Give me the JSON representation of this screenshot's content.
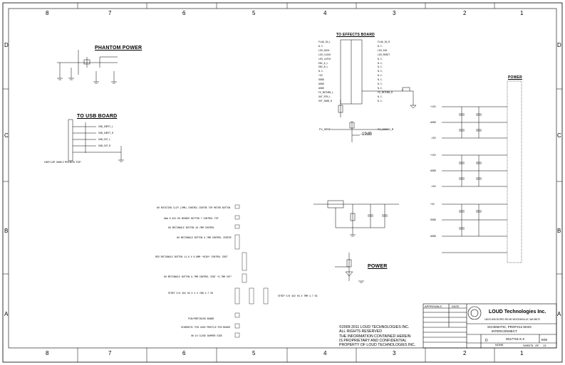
{
  "frame": {
    "columns": [
      "8",
      "7",
      "6",
      "5",
      "4",
      "3",
      "2",
      "1"
    ],
    "rows": [
      "D",
      "C",
      "B",
      "A"
    ]
  },
  "sections": {
    "phantom_power": "PHANTOM POWER",
    "usb_board": "TO USB BOARD",
    "effects_board": "TO EFFECTS BOARD",
    "power_right": "POWER",
    "power_left": "POWER"
  },
  "effects_pins_left": [
    "FLAG_IN_L",
    "N.C.",
    "LED_DATA",
    "LED_CLOCK",
    "LED_LATCH",
    "ENC_A_L",
    "ENC_B_L",
    "N.C.",
    "+5V",
    "DGND",
    "AGND",
    "AGND",
    "FX_RETURN_L",
    "OUT_RTN_L",
    "OUT_SEND_R"
  ],
  "effects_pins_right": [
    "FLAG_IN_R",
    "N.C.",
    "LED_SCK",
    "LED_RESET",
    "N.C.",
    "N.C.",
    "N.C.",
    "N.C.",
    "N.C.",
    "N.C.",
    "N.C.",
    "N.C.",
    "FX_RETURN_R",
    "N.C.",
    "N.C."
  ],
  "usb_pins": [
    "USB_INPUT_L",
    "USB_INPUT_R",
    "USB_OUT_L",
    "USB_OUT_R"
  ],
  "usb_connector": "HDR 10P, 2MM 2 PIN BOX TOP",
  "fx_labels": {
    "send": "FX_SEND",
    "mono": "FX_MONO_R",
    "gain": "-19dB"
  },
  "power_rails": [
    "+15V",
    "AGND",
    "-15V",
    "+15V",
    "AGND",
    "-15V",
    "+5V",
    "DGND",
    "AGND"
  ],
  "component_notes": [
    "6H ROTATION CLIP (7MM) CONTROL CENTRE TOP MOTOR BUTTON",
    "6mm 6.4X1.5H BOUNCE BUTTON 7 CONTROL TOP",
    "6H RECTANGLE BUTTON 10.7MM CONTROL",
    "6H RECTANGLE BUTTON 9.7MM CONTROL CENTER",
    "RED RECTANGLE BUTTON 11.6 X 6.6MM *HIGH* CONTROL CENT",
    "6H RECTANGLE BUTTON 9.7MM CONTROL CENT *9.7MM OUT*",
    "STRIP 5/6 4X2 H3 X 4 3 INN 4.7 5G",
    "STRIP 5/6 4X2 H3 X 7MM 4.7 5G",
    "PCB/PREFINISH BOARD",
    "SCHEMATIC PCB 4X2H PROFILE PCB BOARD",
    "ON 10 CLOSE BUMPER SIDE"
  ],
  "copyright": {
    "line1": "©2009-2011 LOUD TECHNOLOGIES INC.",
    "line2": "ALL RIGHTS RESERVED",
    "line3": "THE INFORMATION CONTAINED HEREIN",
    "line4": "IS PROPRIETARY AND CONFIDENTIAL",
    "line5": "PROPERTY OF LOUD TECHNOLOGIES INC."
  },
  "title_block": {
    "company": "LOUD Technologies Inc.",
    "address": "16220 WOOD-RED RD NE WOODINVILLE, WA 98072",
    "approvals": "APPROVALS",
    "date": "DATE",
    "title_line1": "SCHEMATIC, PROFX12 MAIN",
    "title_line2": "INTERCONNECT",
    "size": "D",
    "drawing_no": "0017715-X.X",
    "rev": "E00",
    "scale": "NONE",
    "sheet": "SHEET",
    "sheet_value": "1",
    "of": "OF",
    "sheet_total": "13"
  }
}
